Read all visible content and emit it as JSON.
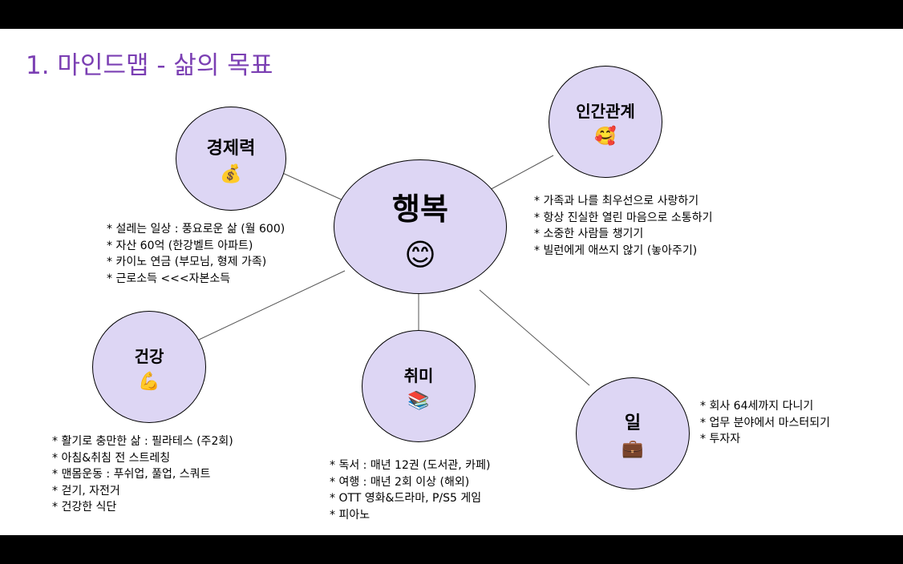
{
  "slide": {
    "title": "1. 마인드맵 - 삶의 목표"
  },
  "center": {
    "label": "행복",
    "emoji": "😊"
  },
  "nodes": {
    "economy": {
      "label": "경제력",
      "emoji": "💰",
      "items": [
        "* 설레는 일상 : 풍요로운 삶 (월 600)",
        "* 자산 60억 (한강벨트 아파트)",
        "* 카이노 연금 (부모님, 형제 가족)",
        "* 근로소득 <<<자본소득"
      ]
    },
    "relations": {
      "label": "인간관계",
      "emoji": "🥰",
      "items": [
        "* 가족과 나를 최우선으로 사랑하기",
        "* 항상 진실한 열린 마음으로 소통하기",
        "* 소중한 사람들 챙기기",
        "* 빌런에게 애쓰지 않기 (놓아주기)"
      ]
    },
    "health": {
      "label": "건강",
      "emoji": "💪",
      "items": [
        "* 활기로 충만한 삶 : 필라테스 (주2회)",
        "* 아침&취침 전 스트레칭",
        "* 맨몸운동 : 푸쉬업, 풀업, 스쿼트",
        "* 걷기, 자전거",
        "* 건강한 식단"
      ]
    },
    "hobby": {
      "label": "취미",
      "emoji": "📚",
      "items": [
        "* 독서 : 매년 12권 (도서관, 카페)",
        "* 여행 : 매년 2회 이상 (해외)",
        "* OTT 영화&드라마, P/S5 게임",
        "* 피아노"
      ]
    },
    "work": {
      "label": "일",
      "emoji": "💼",
      "items": [
        "* 회사 64세까지 다니기",
        "* 업무 분야에서 마스터되기",
        "* 투자자"
      ]
    }
  },
  "colors": {
    "node_fill": "#ddd6f4",
    "title": "#7b3fb3",
    "line": "#555555"
  }
}
